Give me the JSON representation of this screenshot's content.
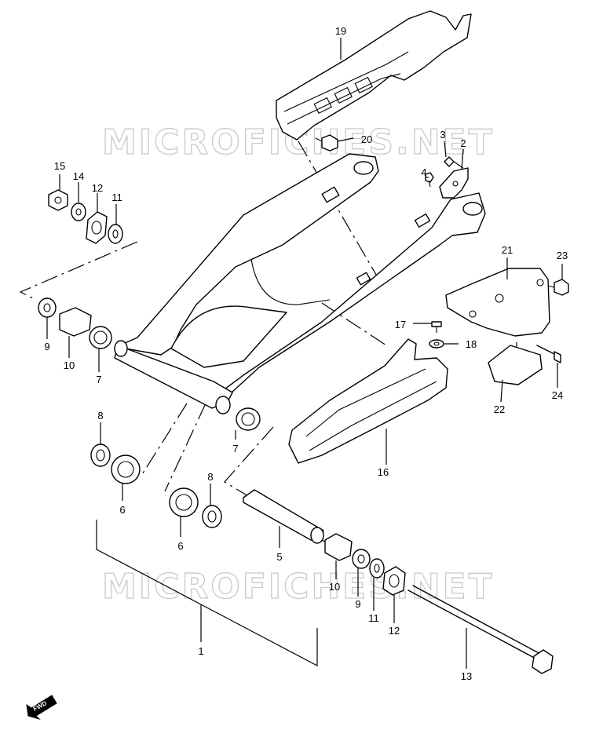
{
  "watermark": "MICROFICHES.NET",
  "fwd_label": "FWD",
  "callouts": [
    {
      "id": "c1",
      "label": "1"
    },
    {
      "id": "c2",
      "label": "2"
    },
    {
      "id": "c3",
      "label": "3"
    },
    {
      "id": "c4",
      "label": "4"
    },
    {
      "id": "c5",
      "label": "5"
    },
    {
      "id": "c6a",
      "label": "6"
    },
    {
      "id": "c6b",
      "label": "6"
    },
    {
      "id": "c7a",
      "label": "7"
    },
    {
      "id": "c7b",
      "label": "7"
    },
    {
      "id": "c8a",
      "label": "8"
    },
    {
      "id": "c8b",
      "label": "8"
    },
    {
      "id": "c9a",
      "label": "9"
    },
    {
      "id": "c9b",
      "label": "9"
    },
    {
      "id": "c10a",
      "label": "10"
    },
    {
      "id": "c10b",
      "label": "10"
    },
    {
      "id": "c11a",
      "label": "11"
    },
    {
      "id": "c11b",
      "label": "11"
    },
    {
      "id": "c12a",
      "label": "12"
    },
    {
      "id": "c12b",
      "label": "12"
    },
    {
      "id": "c13",
      "label": "13"
    },
    {
      "id": "c14",
      "label": "14"
    },
    {
      "id": "c15",
      "label": "15"
    },
    {
      "id": "c16",
      "label": "16"
    },
    {
      "id": "c17",
      "label": "17"
    },
    {
      "id": "c18",
      "label": "18"
    },
    {
      "id": "c19",
      "label": "19"
    },
    {
      "id": "c20",
      "label": "20"
    },
    {
      "id": "c21",
      "label": "21"
    },
    {
      "id": "c22",
      "label": "22"
    },
    {
      "id": "c23",
      "label": "23"
    },
    {
      "id": "c24",
      "label": "24"
    }
  ]
}
